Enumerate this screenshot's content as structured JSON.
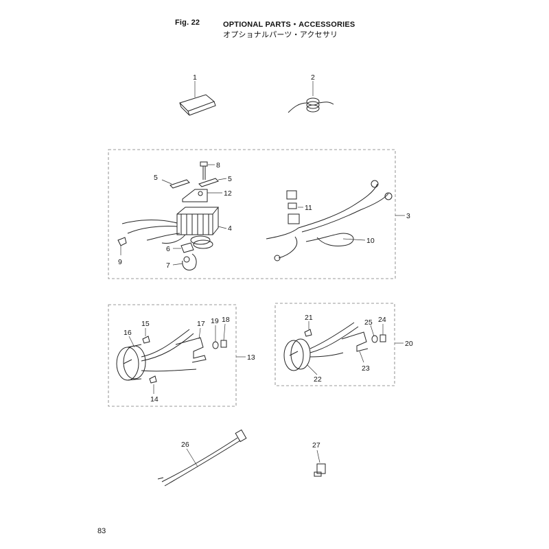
{
  "header": {
    "figure": "Fig. 22",
    "title_en": "OPTIONAL PARTS・ACCESSORIES",
    "title_ja": "オプショナルパーツ・アクセサリ"
  },
  "page_number": "83",
  "callouts": [
    "1",
    "2",
    "3",
    "4",
    "5",
    "5",
    "6",
    "7",
    "8",
    "9",
    "10",
    "11",
    "12",
    "13",
    "14",
    "15",
    "16",
    "17",
    "18",
    "19",
    "20",
    "21",
    "22",
    "23",
    "24",
    "25",
    "26",
    "27"
  ]
}
